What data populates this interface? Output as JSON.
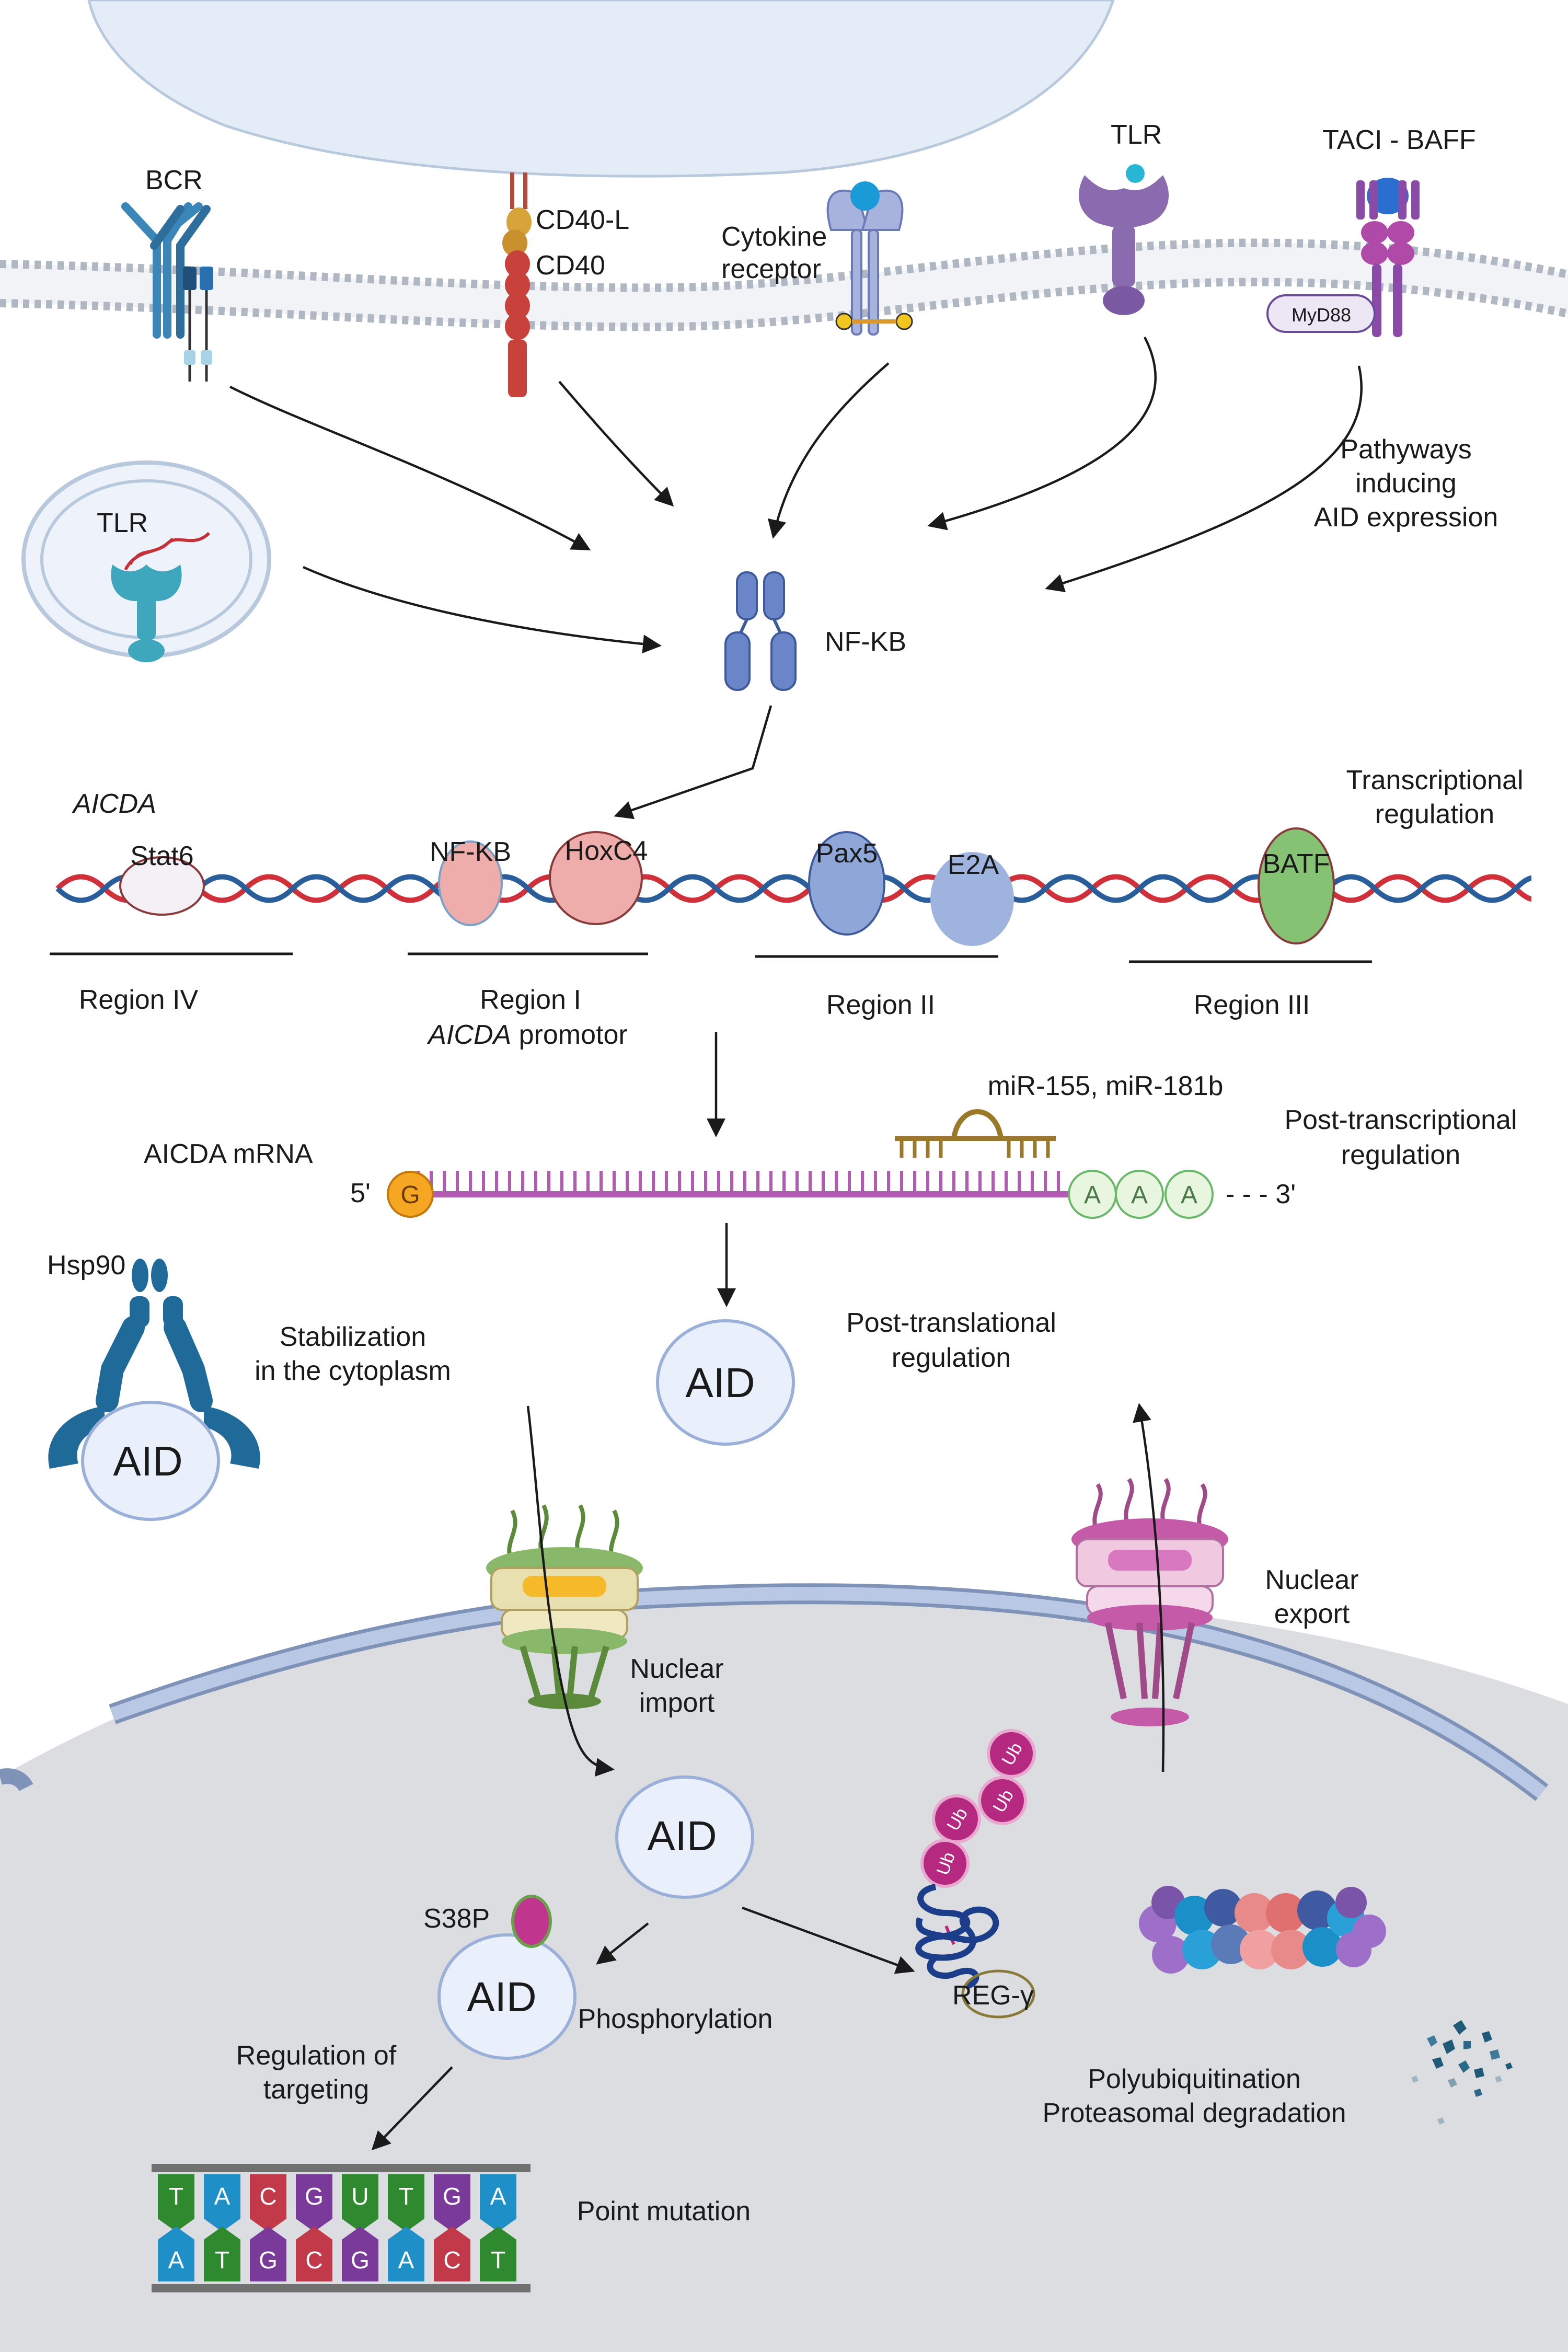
{
  "receptors": {
    "bcr": "BCR",
    "cd40l": "CD40-L",
    "cd40": "CD40",
    "cytokine_line1": "Cytokine",
    "cytokine_line2": "receptor",
    "tlr": "TLR",
    "taci": "TACI - BAFF",
    "myd88": "MyD88",
    "endosome_tlr": "TLR"
  },
  "pathways": {
    "line1": "Pathyways",
    "line2": "inducing",
    "line3": "AID expression"
  },
  "nfkb": "NF-KB",
  "gene": {
    "name": "AICDA",
    "stat6": "Stat6",
    "nfkb": "NF-KB",
    "hoxc4": "HoxC4",
    "pax5": "Pax5",
    "e2a": "E2A",
    "batf": "BATF",
    "transcriptional_line1": "Transcriptional",
    "transcriptional_line2": "regulation",
    "region4": "Region IV",
    "region1": "Region I",
    "region1_gene": "AICDA",
    "region1_suffix": " promotor",
    "region2": "Region II",
    "region3": "Region III"
  },
  "mrna": {
    "label": "AICDA mRNA",
    "five_prime": "5'",
    "cap": "G",
    "polya": [
      "A",
      "A",
      "A"
    ],
    "three_prime": "- - - 3'",
    "mirna": "miR-155, miR-181b",
    "posttranscriptional_line1": "Post-transcriptional",
    "posttranscriptional_line2": "regulation"
  },
  "cytoplasm": {
    "hsp90": "Hsp90",
    "hsp90_aid": "AID",
    "stabilization_line1": "Stabilization",
    "stabilization_line2": "in the cytoplasm",
    "aid": "AID",
    "posttranslational_line1": "Post-translational",
    "posttranslational_line2": "regulation"
  },
  "nucleus": {
    "import_line1": "Nuclear",
    "import_line2": "import",
    "export_line1": "Nuclear",
    "export_line2": "export",
    "aid": "AID",
    "s38p": "S38P",
    "aid_phos": "AID",
    "phosphorylation": "Phosphorylation",
    "ub": [
      "Ub",
      "Ub",
      "Ub",
      "Ub"
    ],
    "regy": "REG-γ",
    "poly_line1": "Polyubiquitination",
    "poly_line2": "Proteasomal degradation",
    "targeting_line1": "Regulation of",
    "targeting_line2": "targeting",
    "point_mutation": "Point mutation",
    "dna_top": [
      "T",
      "A",
      "C",
      "G",
      "U",
      "T",
      "G",
      "A"
    ],
    "dna_bottom": [
      "A",
      "T",
      "G",
      "C",
      "G",
      "A",
      "C",
      "T"
    ]
  },
  "colors": {
    "membrane": "#aeb7c2",
    "nucleus_fill": "#dcdde0",
    "aid_fill": "#eaf0fb",
    "nfkb": "#6b86c8",
    "dna_red": "#d0303a",
    "dna_blue": "#2a5e9a"
  }
}
